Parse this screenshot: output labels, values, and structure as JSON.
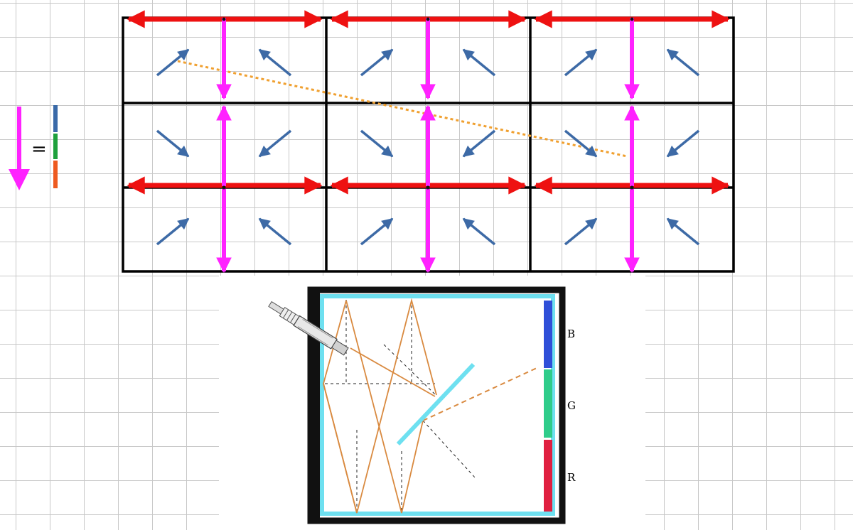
{
  "legend": {
    "equals": "="
  },
  "box": {
    "labels": [
      "B",
      "G",
      "R"
    ]
  },
  "colors": {
    "red": "#ee1111",
    "magenta": "#ff22ff",
    "blue": "#3d6aa6",
    "orange": "#f0a030",
    "cyan": "#6ee0f0",
    "blue_band": "#2f4fd8",
    "green_band": "#2fcc8a",
    "red_band": "#e02040",
    "legend_blue": "#3a6aa8",
    "legend_green": "#1ea03c",
    "legend_orange": "#ee5a20"
  },
  "icons": [
    "pen-icon"
  ]
}
